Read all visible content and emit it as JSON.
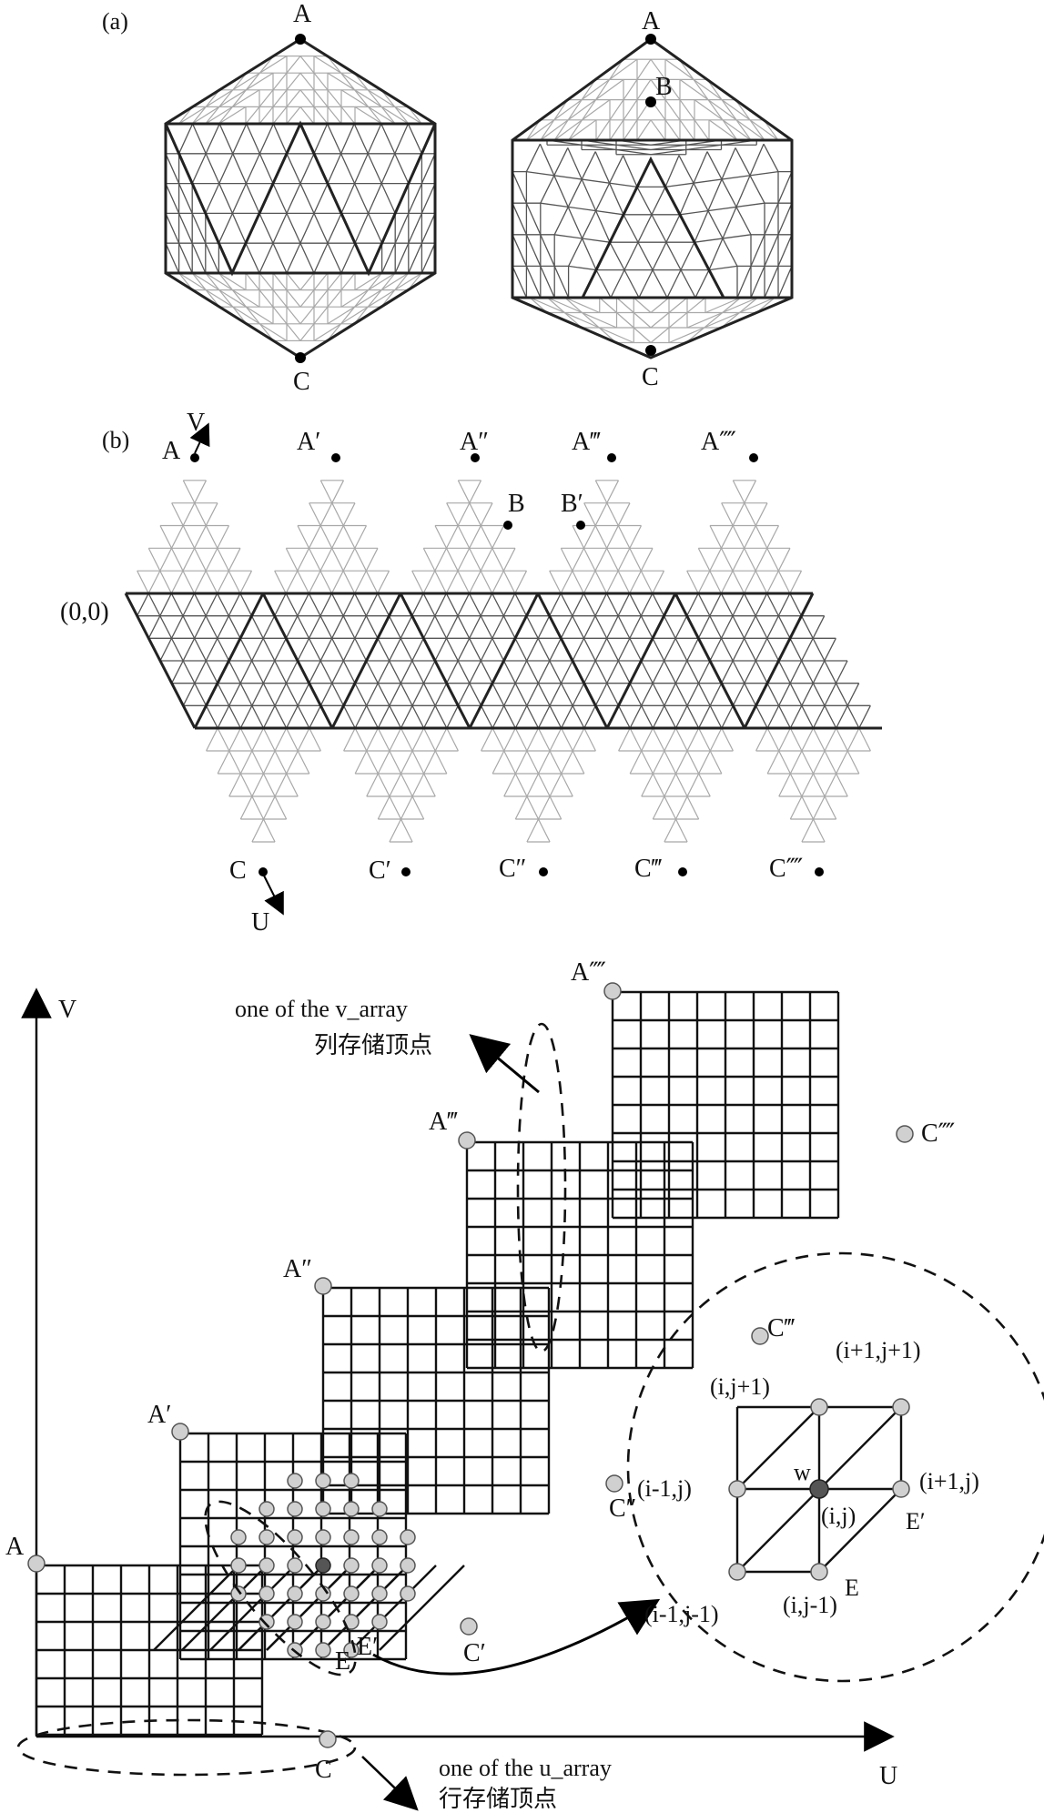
{
  "panel_a": {
    "label": "(a)",
    "left_top": "A",
    "left_bottom": "C",
    "right_top": "A",
    "right_mid": "B",
    "right_bottom": "C"
  },
  "panel_b": {
    "label": "(b)",
    "axis_v": "V",
    "axis_u": "U",
    "origin": "(0,0)",
    "top": [
      "A",
      "A′",
      "A″",
      "A‴",
      "A⁗"
    ],
    "b_points": [
      "B",
      "B′"
    ],
    "bottom": [
      "C",
      "C′",
      "C″",
      "C‴",
      "C⁗"
    ]
  },
  "panel_c": {
    "axis_v": "V",
    "axis_u": "U",
    "a_labels": [
      "A",
      "A′",
      "A″",
      "A‴",
      "A⁗"
    ],
    "c_labels": [
      "C",
      "C′",
      "C″",
      "C‴",
      "C⁗"
    ],
    "e_label": "E",
    "e_prime_label": "E′",
    "v_array_en": "one of the v_array",
    "v_array_zh": "列存储顶点",
    "u_array_en": "one of the u_array",
    "u_array_zh": "行存储顶点",
    "zoom": {
      "ij1": "(i,j+1)",
      "i1j1": "(i+1,j+1)",
      "im1j": "(i-1,j)",
      "w": "w",
      "ij": "(i,j)",
      "ip1j": "(i+1,j)",
      "e_prime": "E′",
      "e": "E",
      "im1jm1": "(i-1,j-1)",
      "ijm1": "(i,j-1)"
    }
  }
}
